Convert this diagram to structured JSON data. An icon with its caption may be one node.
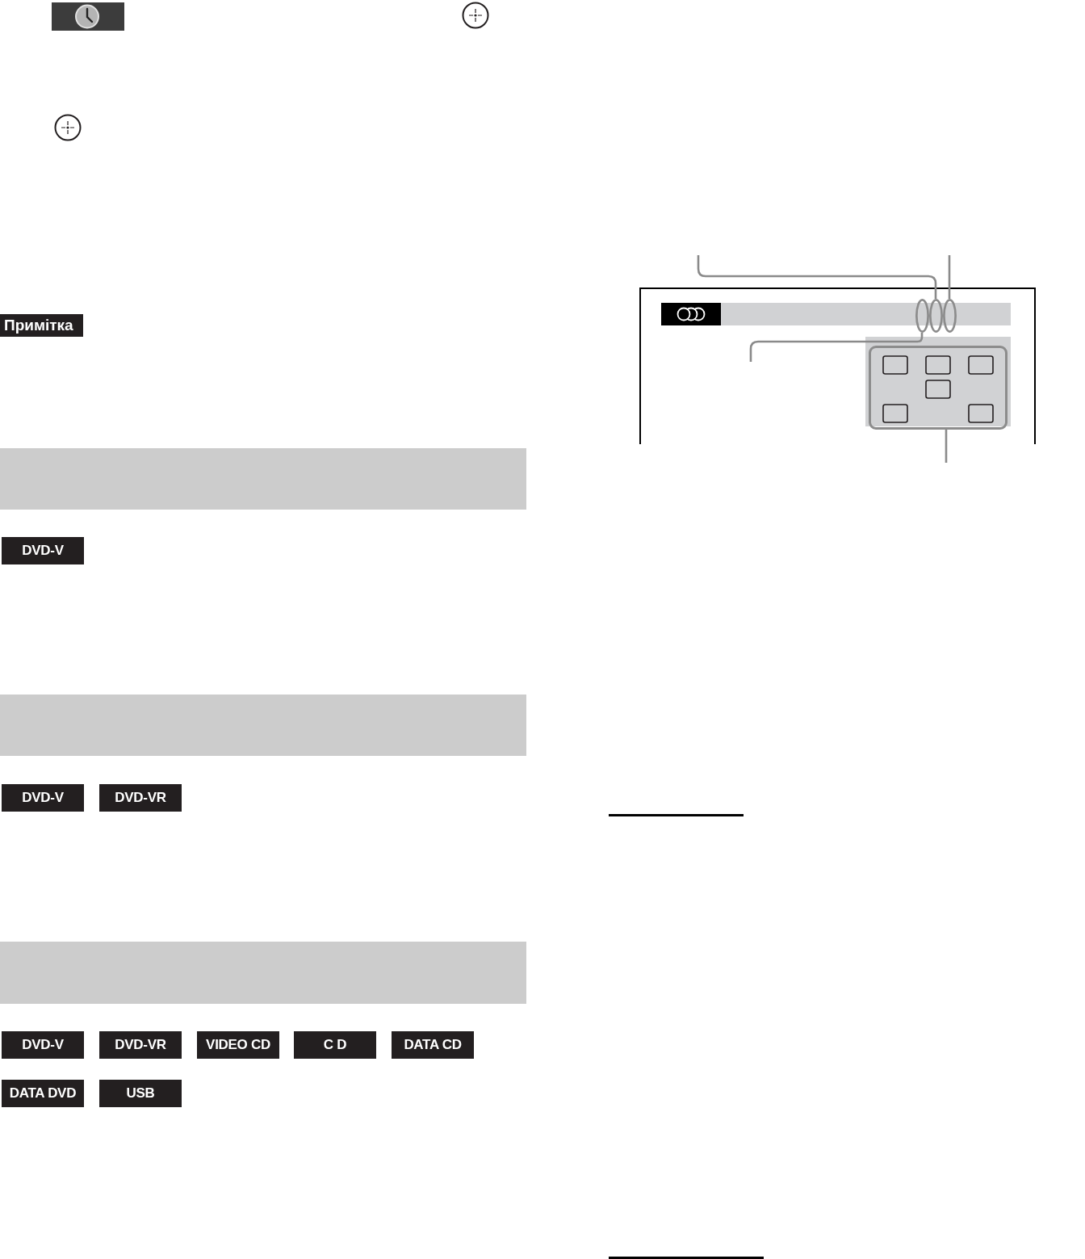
{
  "diagram": {
    "nodes": [
      {
        "text": [
          "Примітка"
        ]
      },
      {
        "text": [],
        "shape": "bar"
      },
      {
        "text": [
          "DVD-V"
        ]
      },
      {
        "text": [],
        "shape": "bar"
      },
      {
        "text": [
          "DVD-V"
        ]
      },
      {
        "text": [
          "DVD-VR"
        ]
      },
      {
        "text": [],
        "shape": "bar"
      },
      {
        "text": [
          "DVD-V"
        ]
      },
      {
        "text": [
          "DVD-VR"
        ]
      },
      {
        "text": [
          "VIDEO CD"
        ]
      },
      {
        "text": [
          "C D"
        ]
      },
      {
        "text": [
          "DATA CD"
        ]
      },
      {
        "text": [
          "DATA DVD"
        ]
      },
      {
        "text": [
          "USB"
        ]
      },
      {
        "text": [],
        "shape": "oval"
      },
      {
        "text": [],
        "shape": "oval"
      },
      {
        "text": [],
        "shape": "oval"
      },
      {
        "text": [],
        "shape": "box"
      }
    ],
    "edges": [
      {
        "from": null,
        "to": 15,
        "arrow": "none"
      },
      {
        "from": null,
        "to": 16,
        "arrow": "none"
      },
      {
        "from": null,
        "to": 14,
        "arrow": "none"
      },
      {
        "from": null,
        "to": 17,
        "arrow": "none"
      }
    ]
  }
}
